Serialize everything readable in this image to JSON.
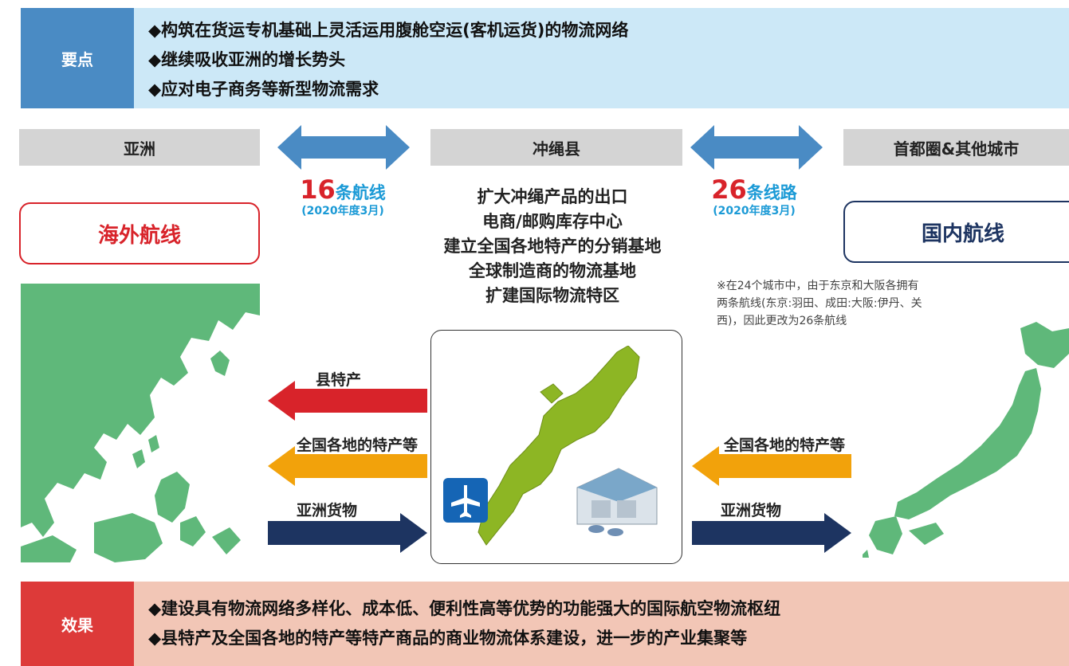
{
  "key_points": {
    "label": "要点",
    "items": [
      "◆构筑在货运专机基础上灵活运用腹舱空运(客机运货)的物流网络",
      "◆继续吸收亚洲的增长势头",
      "◆应对电子商务等新型物流需求"
    ]
  },
  "regions": {
    "left": "亚洲",
    "center": "冲绳县",
    "right": "首都圈&其他城市"
  },
  "routes": {
    "international": {
      "number": "16",
      "unit": "条航线",
      "date": "(2020年度3月)",
      "label": "海外航线"
    },
    "domestic": {
      "number": "26",
      "unit": "条线路",
      "date": "(2020年度3月)",
      "label": "国内航线"
    }
  },
  "features": [
    "扩大冲绳产品的出口",
    "电商/邮购库存中心",
    "建立全国各地特产的分销基地",
    "全球制造商的物流基地",
    "扩建国际物流特区"
  ],
  "note": "※在24个城市中，由于东京和大阪各拥有两条航线(东京:羽田、成田:大阪:伊丹、关西)，因此更改为26条航线",
  "flows": {
    "left": [
      "县特产",
      "全国各地的特产等",
      "亚洲货物"
    ],
    "right": [
      "全国各地的特产等",
      "亚洲货物"
    ]
  },
  "effects": {
    "label": "效果",
    "items": [
      "◆建设具有物流网络多样化、成本低、便利性高等优势的功能强大的国际航空物流枢纽",
      "◆县特产及全国各地的特产等特产商品的商业物流体系建设，进一步的产业集聚等"
    ]
  },
  "colors": {
    "blue_accent": "#4a8bc4",
    "red_accent": "#dd3a39",
    "arrow_red": "#d8232a",
    "arrow_orange": "#f2a20b",
    "arrow_navy": "#1d3461",
    "map_green": "#5fb87a",
    "okinawa_green": "#8db624"
  },
  "icons": {
    "airport": "airplane-icon",
    "warehouse": "warehouse-icon"
  }
}
